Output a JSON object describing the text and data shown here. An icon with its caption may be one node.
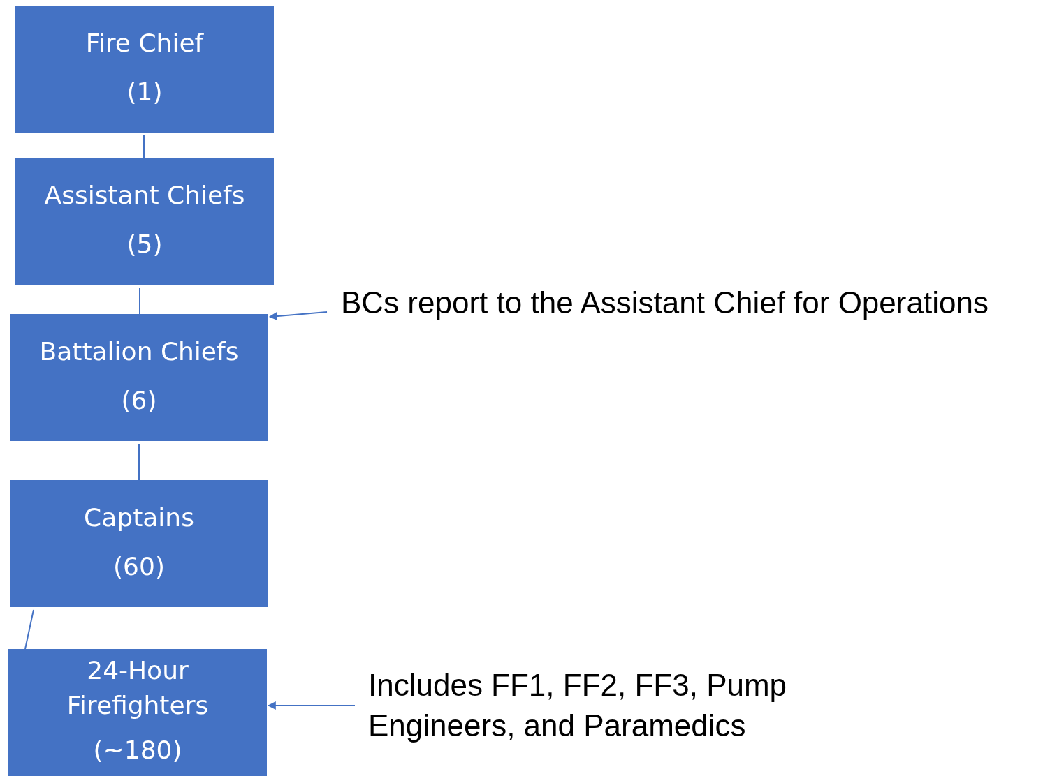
{
  "diagram": {
    "nodes": [
      {
        "text": [
          "Fire Chief",
          "(1)"
        ]
      },
      {
        "text": [
          "Assistant Chiefs",
          "(5)"
        ]
      },
      {
        "text": [
          "Battalion Chiefs",
          "(6)"
        ]
      },
      {
        "text": [
          "Captains",
          "(60)"
        ]
      },
      {
        "text": [
          "24-Hour Firefighters",
          "(~180)"
        ]
      },
      {
        "text": [
          "BCs report to the Assistant Chief for Operations"
        ]
      },
      {
        "text": [
          "Includes FF1, FF2, FF3, Pump Engineers, and Paramedics"
        ]
      }
    ],
    "edges": [
      {
        "from": 0,
        "to": 1,
        "arrow": "none"
      },
      {
        "from": 1,
        "to": 2,
        "arrow": "none"
      },
      {
        "from": 2,
        "to": 3,
        "arrow": "none"
      },
      {
        "from": 3,
        "to": 4,
        "arrow": "none"
      },
      {
        "from": 5,
        "to": 2,
        "arrow": "to"
      },
      {
        "from": 6,
        "to": 4,
        "arrow": "to"
      }
    ]
  }
}
